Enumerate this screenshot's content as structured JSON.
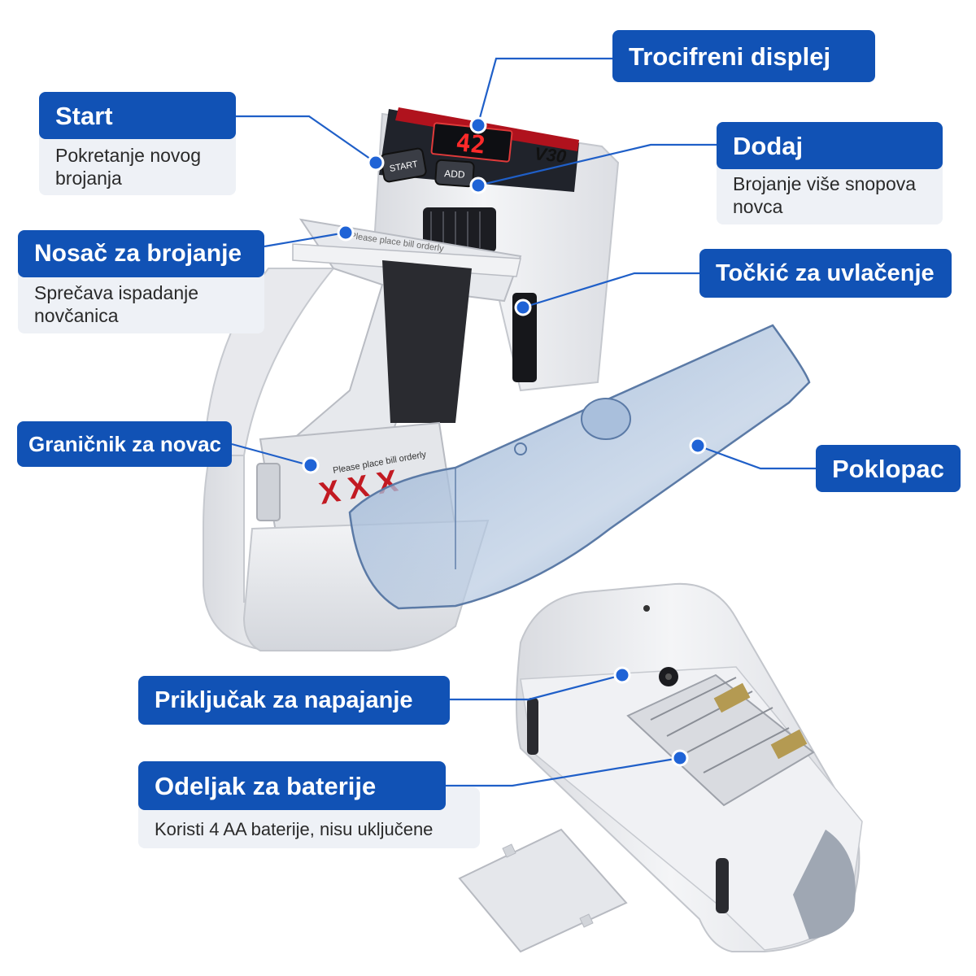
{
  "device": {
    "display_value": "42",
    "model_label": "V30",
    "start_key_label": "START",
    "add_key_label": "ADD",
    "tray_notice": "Please place bill orderly",
    "tray_marks": "X X X",
    "bracket_text": "Please place bill orderly"
  },
  "callouts": {
    "display": {
      "title": "Trocifreni displej"
    },
    "start": {
      "title": "Start",
      "description": "Pokretanje novog brojanja"
    },
    "add": {
      "title": "Dodaj",
      "description": "Brojanje više snopova novca"
    },
    "bracket": {
      "title": "Nosač za brojanje",
      "description": "Sprečava ispadanje novčanica"
    },
    "feed_wheel": {
      "title": "Točkić za uvlačenje"
    },
    "stopper": {
      "title": "Graničnik za novac"
    },
    "cover": {
      "title": "Poklopac"
    },
    "power_port": {
      "title": "Priključak za napajanje"
    },
    "battery": {
      "title": "Odeljak za baterije",
      "description": "Koristi 4 AA baterije, nisu uključene"
    }
  },
  "colors": {
    "callout_blue": "#1152b5",
    "description_bg": "#eef1f6",
    "body_white": "#ecedf0",
    "display_red": "#ff2a2a",
    "cover_blue": "#6f8fb8"
  }
}
